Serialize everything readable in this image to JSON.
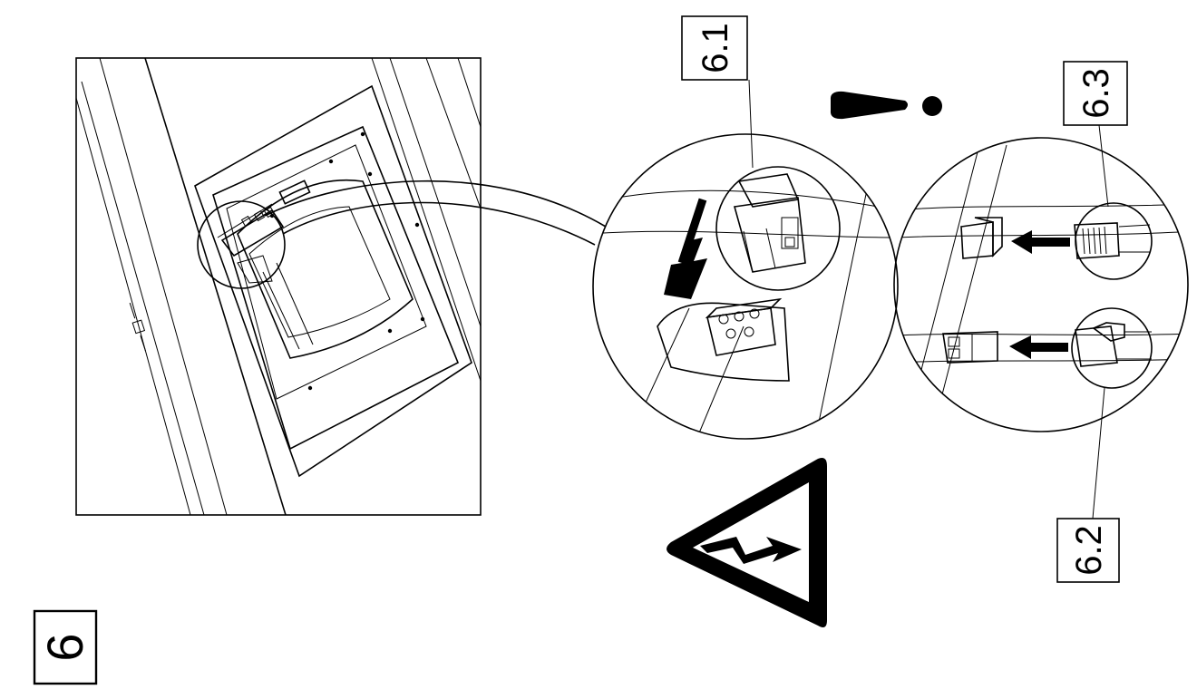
{
  "step_number": "6",
  "callouts": {
    "detail_a": "6.1",
    "detail_b": "6.2",
    "detail_c": "6.3"
  },
  "device_marking": "tube-mark",
  "icons": {
    "attention": "exclamation-mark-icon",
    "hazard": "electric-shock-warning-icon",
    "push_down": "arrow-down-icon",
    "insert": "arrow-left-icon"
  },
  "colors": {
    "line": "#000000",
    "background": "#ffffff"
  }
}
